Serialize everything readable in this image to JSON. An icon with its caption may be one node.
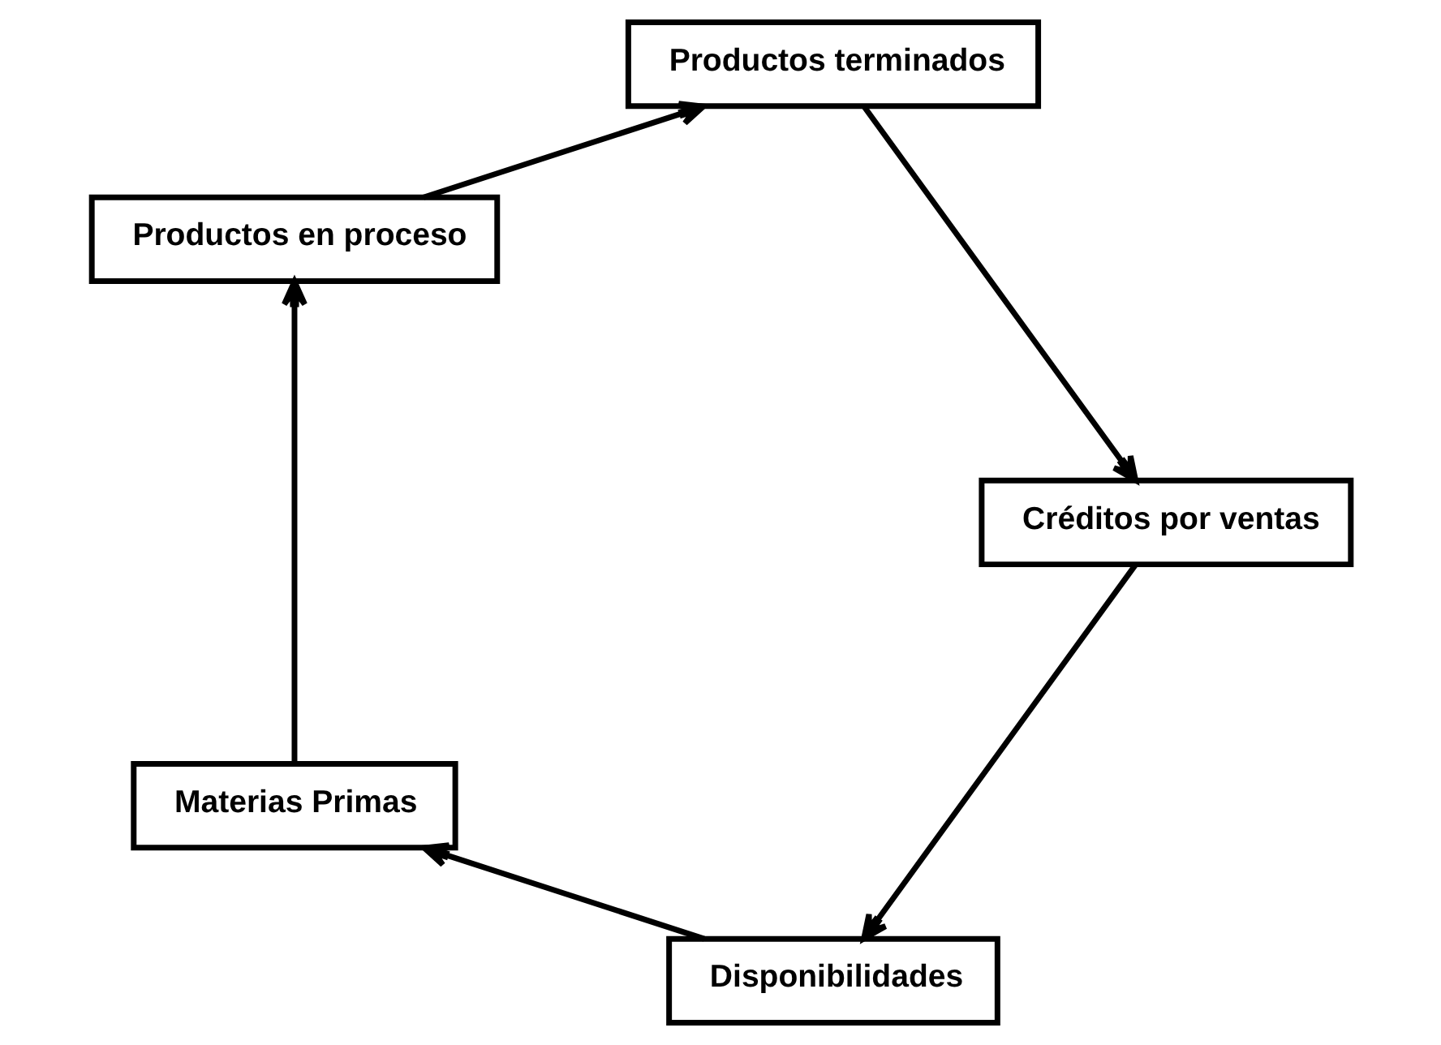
{
  "diagram": {
    "nodes": [
      {
        "text": [
          "Disponibilidades"
        ]
      },
      {
        "text": [
          "Materias Primas"
        ]
      },
      {
        "text": [
          "Productos en proceso"
        ]
      },
      {
        "text": [
          "Productos terminados"
        ]
      },
      {
        "text": [
          "Créditos por ventas"
        ]
      }
    ],
    "edges": [
      {
        "from": 0,
        "to": 1,
        "arrow": "to"
      },
      {
        "from": 1,
        "to": 2,
        "arrow": "to"
      },
      {
        "from": 2,
        "to": 3,
        "arrow": "to"
      },
      {
        "from": 3,
        "to": 4,
        "arrow": "to"
      },
      {
        "from": 4,
        "to": 0,
        "arrow": "to"
      }
    ]
  }
}
